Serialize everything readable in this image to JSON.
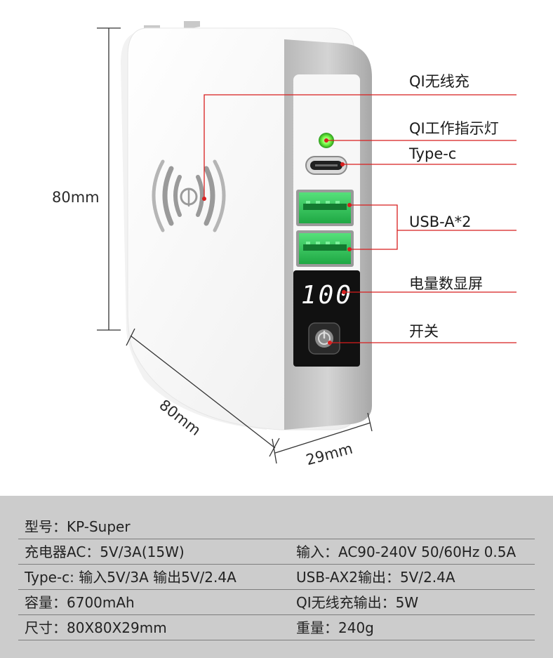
{
  "colors": {
    "accent_red": "#d81e1e",
    "spec_bg": "#cccccc",
    "usb_green": "#2fbf55",
    "led_green": "#7dff4a"
  },
  "callouts": {
    "qi_wireless": "QI无线充",
    "qi_indicator": "QI工作指示灯",
    "type_c": "Type-c",
    "usb_a": "USB-A*2",
    "display": "电量数显屏",
    "switch": "开关"
  },
  "display_value": "100",
  "dimensions": {
    "height": "80mm",
    "width": "80mm",
    "depth": "29mm"
  },
  "specs": [
    {
      "left": "型号：KP-Super",
      "right": ""
    },
    {
      "left": "充电器AC：5V/3A(15W)",
      "right": "输入：AC90-240V 50/60Hz 0.5A"
    },
    {
      "left": "Type-c: 输入5V/3A 输出5V/2.4A",
      "right": "USB-AX2输出：5V/2.4A"
    },
    {
      "left": "容量：6700mAh",
      "right": "QI无线充输出：5W"
    },
    {
      "left": "尺寸：80X80X29mm",
      "right": "重量：240g"
    }
  ]
}
